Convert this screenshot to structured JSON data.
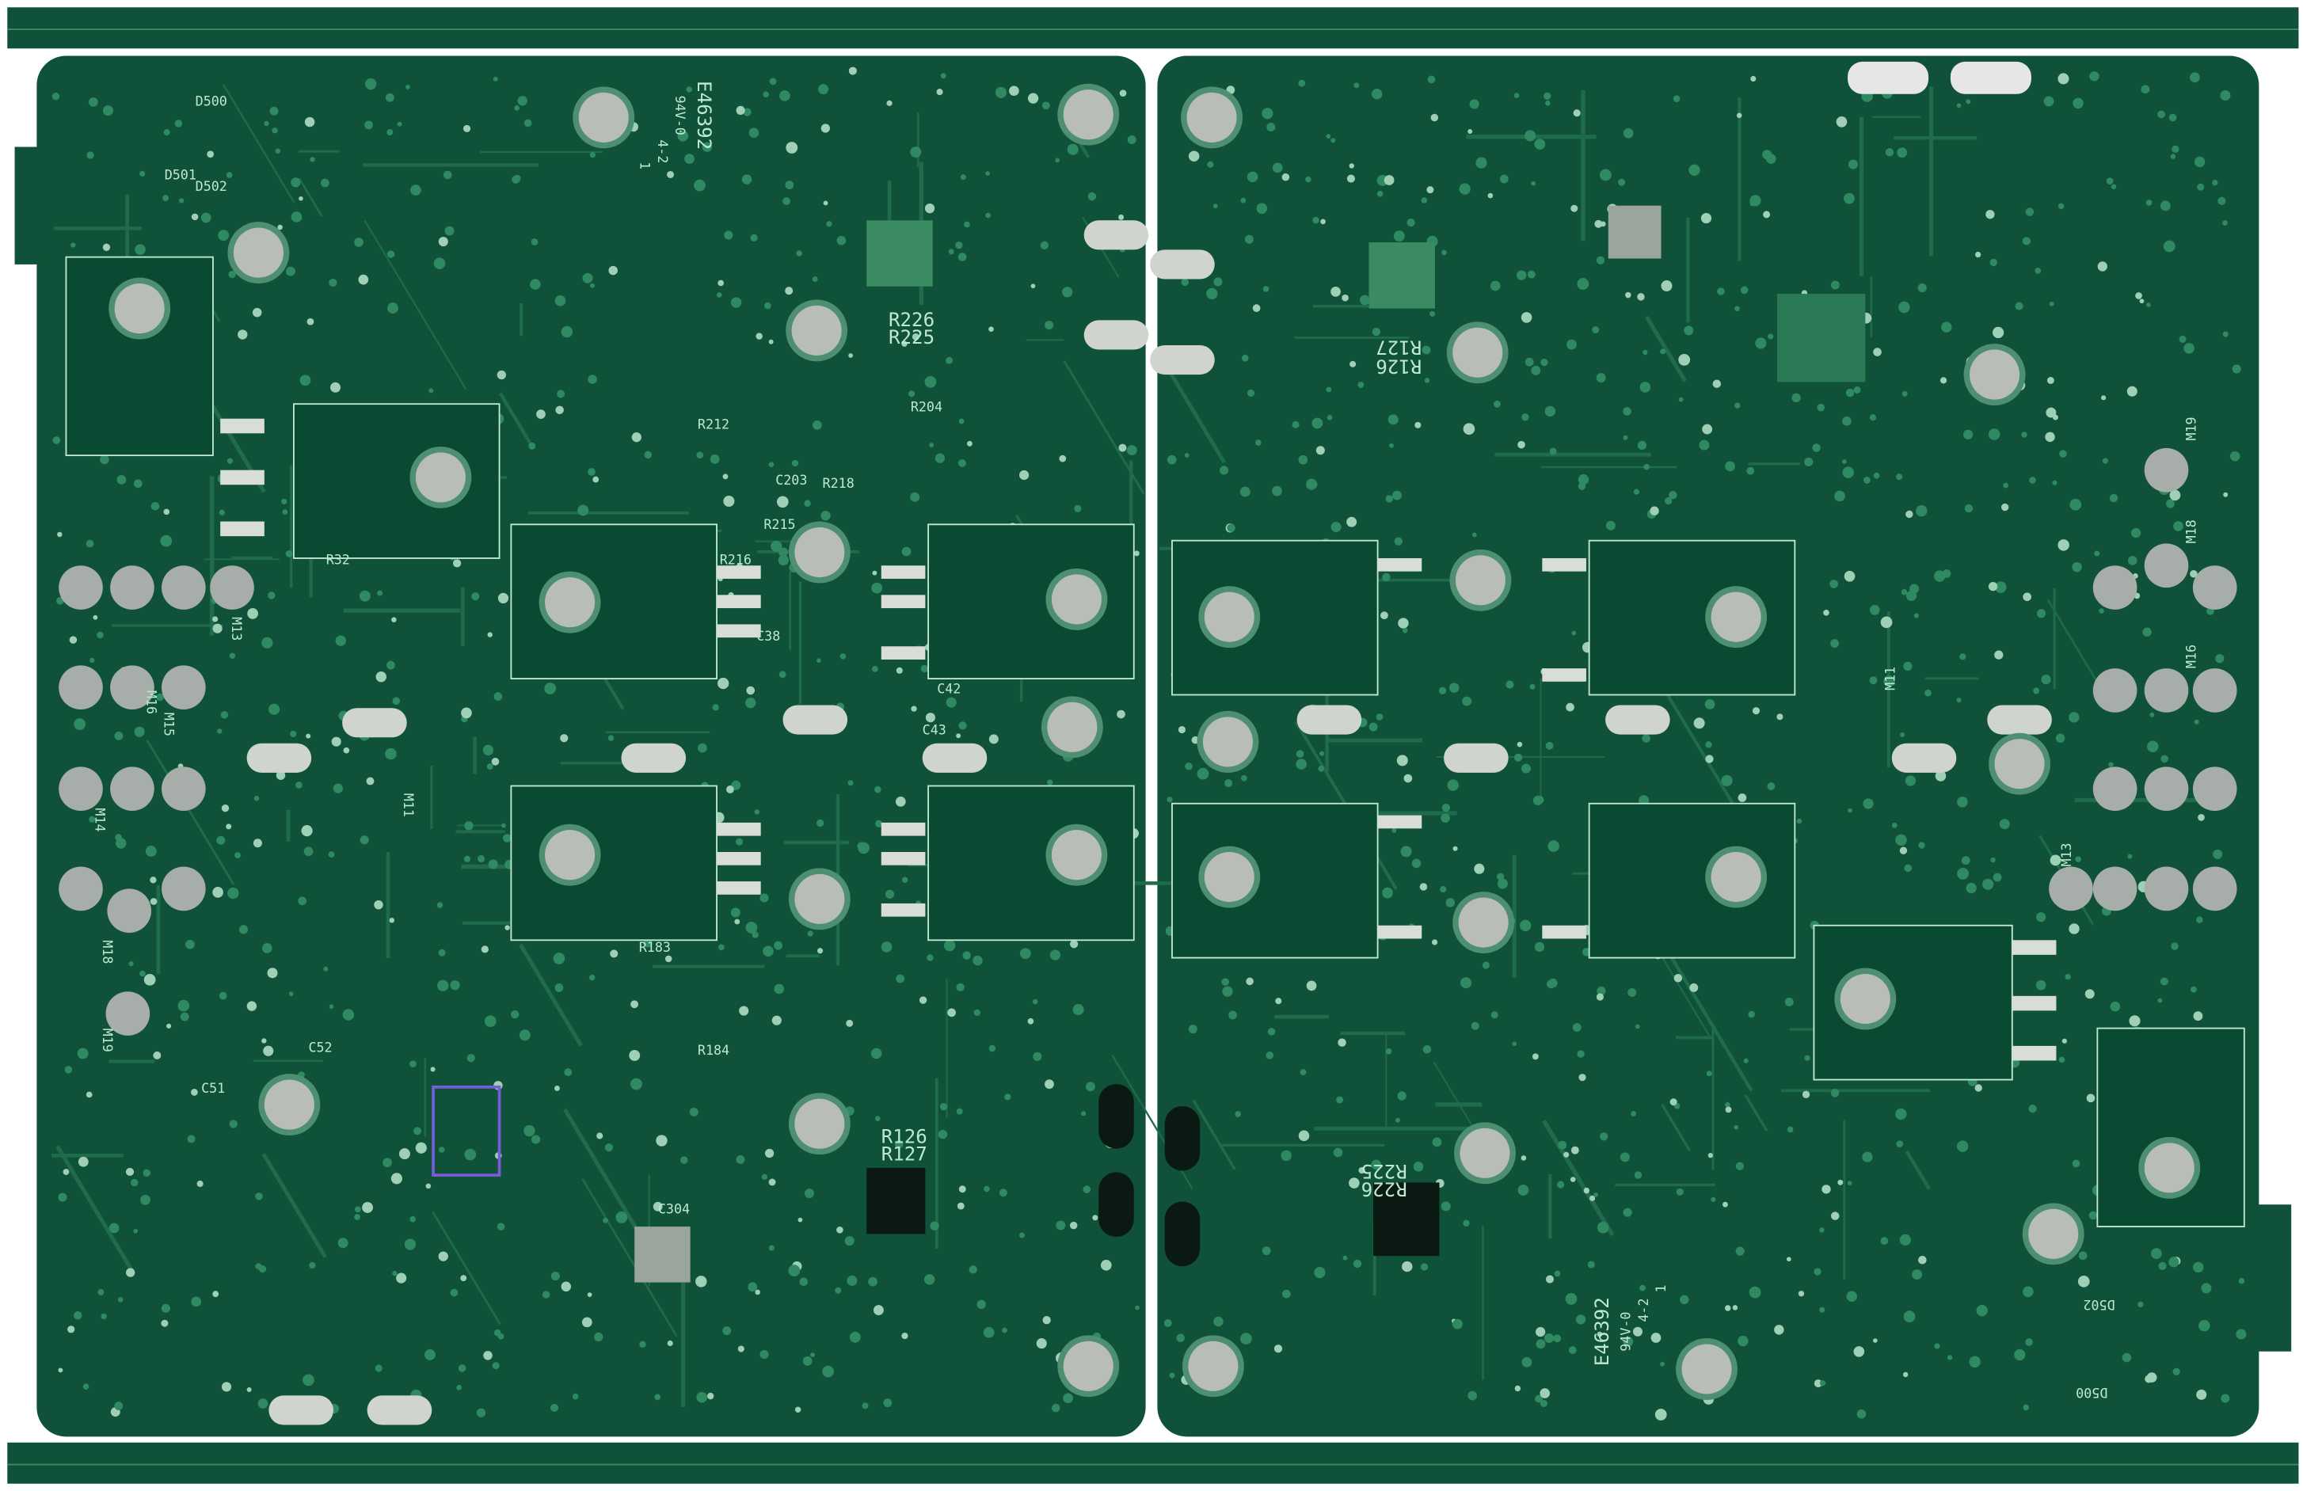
{
  "board": {
    "colors": {
      "substrate": "#0f5239",
      "copper": "#1f6b4b",
      "silkscreen": "#bfe8d0",
      "pad": "#b9bdb8",
      "edge": "#0a3f2b"
    },
    "labels": [
      "E46392",
      "94V-0",
      "4-2",
      "1",
      "E46392",
      "94V-0",
      "4-2",
      "1",
      "R226",
      "R225",
      "R126",
      "R127",
      "R226",
      "R225",
      "R126",
      "R127",
      "M11",
      "M13",
      "M14",
      "M15",
      "M16",
      "M18",
      "M19",
      "M11",
      "M13",
      "M16",
      "M18",
      "M19",
      "D500",
      "D502",
      "D501",
      "D500",
      "D502",
      "C51",
      "C52",
      "R32",
      "C42",
      "C43",
      "R216",
      "R215",
      "R183",
      "R184",
      "C38",
      "C304",
      "R212",
      "R218",
      "C203",
      "R204"
    ]
  }
}
